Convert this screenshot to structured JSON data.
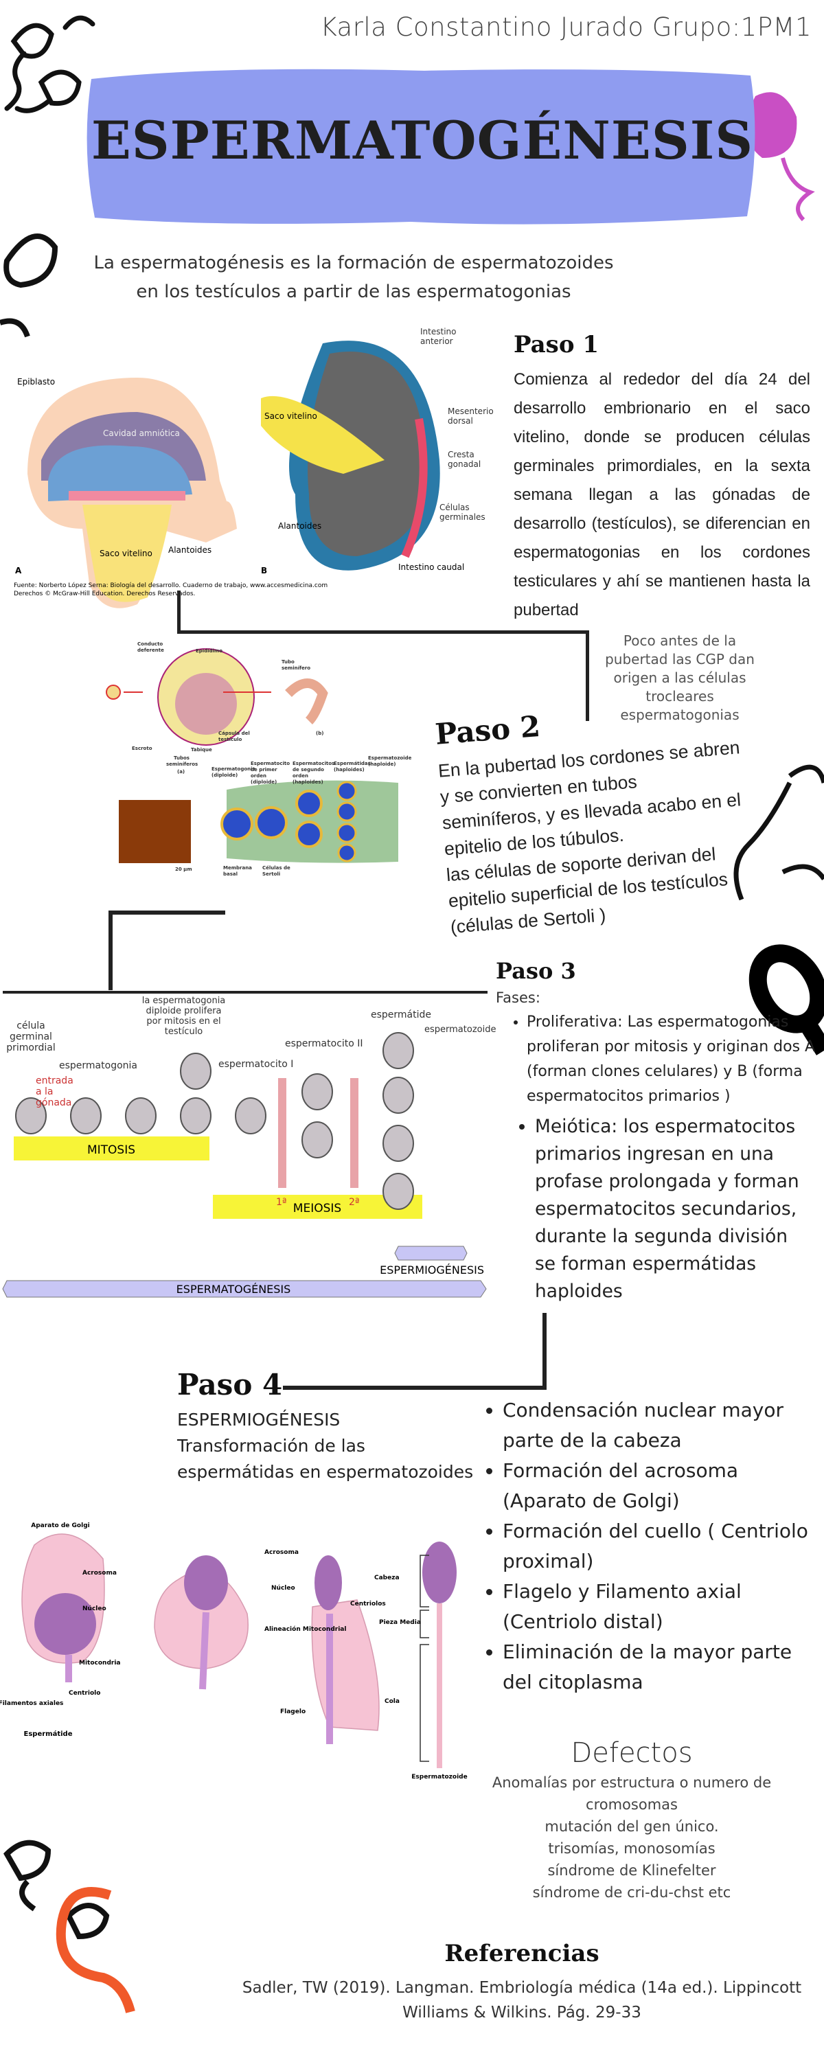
{
  "header": {
    "author": "Karla Constantino Jurado Grupo:1PM1"
  },
  "title": "ESPERMATOGÉNESIS",
  "colors": {
    "banner": "#8f9cf0",
    "sertoli_green": "#9fc79a",
    "nucleus_purple": "#a46db5",
    "cell_pink": "#f6c3d4",
    "mitosis_yellow": "#f7f437",
    "arrow_lavender": "#c8c6f5",
    "doodle_pink": "#c94fc4",
    "doodle_orange": "#f0592a"
  },
  "intro": [
    "La espermatogénesis es la formación de espermatozoides",
    "en los testículos a partir de las  espermatogonias"
  ],
  "paso1": {
    "heading": "Paso 1",
    "text": "Comienza al rededor del día 24 del desarrollo embrionario en el saco vitelino, donde se producen células germinales primordiales,  en la sexta semana llegan a las gónadas de desarrollo (testículos), se diferencian en espermatogonias en los cordones testiculares y ahí se mantienen hasta la pubertad",
    "figure": {
      "labels_a": [
        "Epiblasto",
        "Cavidad amniótica",
        "Saco vitelino",
        "Alantoides"
      ],
      "labels_b": [
        "Intestino anterior",
        "Mesenterio dorsal",
        "Cresta gonadal",
        "Células germinales",
        "Intestino caudal",
        "Saco vitelino",
        "Alantoides"
      ],
      "panel_a": "A",
      "panel_b": "B",
      "source": "Fuente: Norberto López Serna: Biología del desarrollo. Cuaderno de trabajo, www.accesmedicina.com",
      "rights": "Derechos © McGraw-Hill Education. Derechos Reservados."
    }
  },
  "note": "Poco antes de la pubertad las CGP dan origen a las células trocleares espermatogonias",
  "paso2": {
    "heading": "Paso 2",
    "lines": [
      "En la pubertad los cordones se abren",
      "y se convierten en tubos",
      "seminíferos, y es llevada acabo en el",
      "epitelio de los túbulos.",
      "las células de soporte derivan del",
      "epitelio superficial de los testículos",
      "(células de Sertoli )"
    ],
    "figure": {
      "labels": [
        "Conducto deferente",
        "Epidídimo",
        "Tubo seminífero",
        "Cápsula del testículo",
        "Tabique",
        "Escroto",
        "Tubos seminíferos",
        "(a)",
        "(b)",
        "Espermatogonia (diploide)",
        "Espermatocito de primer orden (diploide)",
        "Espermatocitos de segundo orden (haploides)",
        "Espermátidas (haploides)",
        "Espermatozoide (haploide)",
        "Membrana basal",
        "Células de Sertoli",
        "20 µm"
      ]
    }
  },
  "paso3": {
    "heading": "Paso 3",
    "phases_label": "Fases:",
    "bullets": [
      "Proliferativa: Las espermatogonias proliferan por mitosis y originan dos A (forman clones celulares) y B (forma espermatocitos primarios )",
      "Meiótica: los espermatocitos primarios ingresan en una profase prolongada y forman espermatocitos secundarios, durante la segunda división se forman espermátidas haploides"
    ],
    "figure": {
      "labels": [
        "célula germinal primordial",
        "espermatogonia",
        "la espermatogonia diploide prolifera por mitosis en el testículo",
        "espermatocito I",
        "espermatocito II",
        "espermátide",
        "espermatozoide",
        "entrada a la gónada",
        "1ª",
        "2ª"
      ],
      "mitosis": "MITOSIS",
      "meiosis": "MEIOSIS",
      "espermiogenesis": "ESPERMIOGÉNESIS",
      "espermatogenesis": "ESPERMATOGÉNESIS"
    }
  },
  "paso4": {
    "heading": "Paso 4",
    "subtitle": "ESPERMIOGÉNESIS",
    "desc": [
      "Transformación de las",
      "espermátidas en espermatozoides"
    ],
    "bullets": [
      "Condensación nuclear mayor parte de la cabeza",
      "Formación del acrosoma (Aparato de Golgi)",
      "Formación del cuello ( Centriolo proximal)",
      "Flagelo y Filamento axial (Centriolo distal)",
      "Eliminación de la mayor parte del citoplasma"
    ],
    "figure": {
      "labels": [
        "Aparato de Golgi",
        "Acrosoma",
        "Núcleo",
        "Mitocondria",
        "Centriolo",
        "Filamentos axiales",
        "Espermátide",
        "Acrosoma",
        "Núcleo",
        "Centriolos",
        "Alineación Mitocondrial",
        "Flagelo",
        "Cabeza",
        "Pieza Media",
        "Cola",
        "Espermatozoide"
      ]
    }
  },
  "defects": {
    "heading": "Defectos",
    "lines": [
      "Anomalías por estructura o numero de cromosomas",
      "mutación del gen único.",
      "trisomías, monosomías",
      "síndrome de Klinefelter",
      "síndrome de cri-du-chst etc"
    ]
  },
  "references": {
    "heading": "Referencias",
    "text": "Sadler, TW (2019). Langman. Embriología médica (14a ed.). Lippincott Williams & Wilkins. Pág. 29-33"
  }
}
